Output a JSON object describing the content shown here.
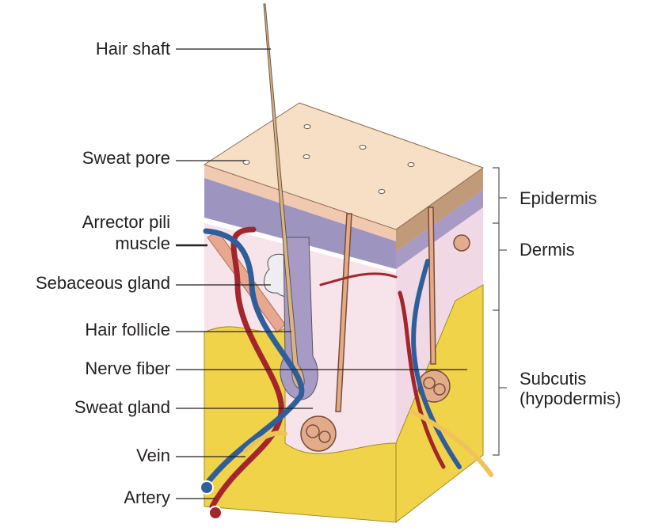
{
  "left_labels": {
    "hair_shaft": "Hair shaft",
    "sweat_pore": "Sweat pore",
    "arrector_pili_1": "Arrector pili",
    "arrector_pili_2": "muscle",
    "sebaceous_gland": "Sebaceous gland",
    "hair_follicle": "Hair follicle",
    "nerve_fiber": "Nerve fiber",
    "sweat_gland": "Sweat gland",
    "vein": "Vein",
    "artery": "Artery"
  },
  "right_labels": {
    "epidermis": "Epidermis",
    "dermis": "Dermis",
    "subcutis_1": "Subcutis",
    "subcutis_2": "(hypodermis)"
  },
  "colors": {
    "epidermis": "#f6dfc4",
    "basal": "#9d94bf",
    "dermis": "#f5dbe3",
    "subcutis": "#f1d34a",
    "hair": "#d6b58a",
    "vein": "#2e5f9a",
    "artery": "#a3262c",
    "nerve": "#efc35a"
  }
}
